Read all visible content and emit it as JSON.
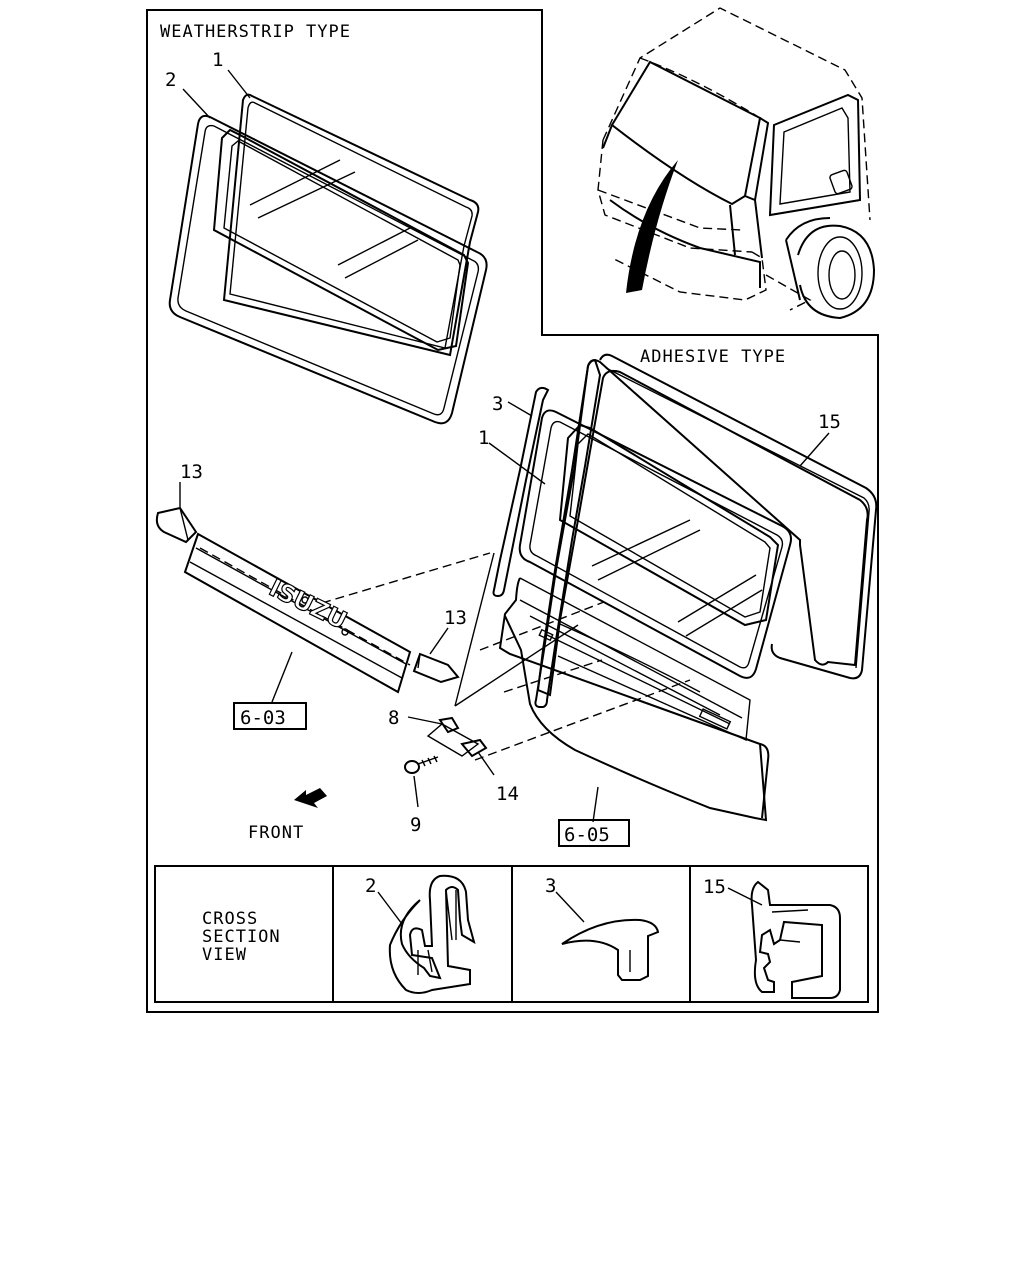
{
  "sections": {
    "weatherstrip_title": "WEATHERSTRIP TYPE",
    "adhesive_title": "ADHESIVE TYPE"
  },
  "callouts": {
    "ws_1": "1",
    "ws_2": "2",
    "ad_3": "3",
    "ad_1": "1",
    "ad_15": "15",
    "trim_13_left": "13",
    "trim_13_right": "13",
    "clip_8": "8",
    "screw_9": "9",
    "fastener_14": "14"
  },
  "references": {
    "ref_603": "6-03",
    "ref_605": "6-05"
  },
  "grille_logo": "ISUZU",
  "direction": "FRONT",
  "cross_section": {
    "caption_lines": [
      "CROSS",
      "SECTION",
      "VIEW"
    ],
    "labels": [
      "2",
      "3",
      "15"
    ]
  }
}
